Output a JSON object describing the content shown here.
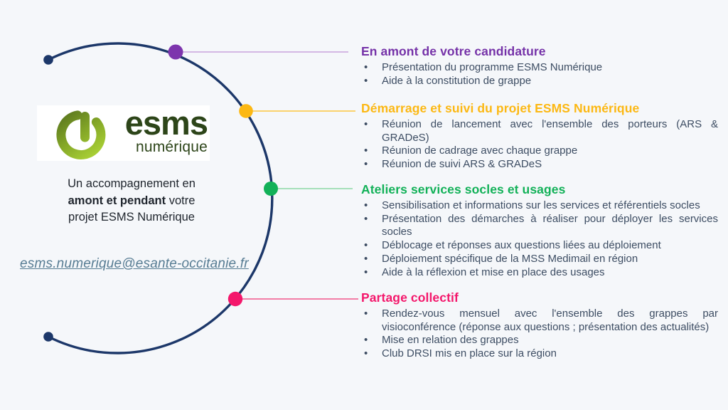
{
  "page": {
    "background": "#f5f7fa"
  },
  "logo": {
    "icon": "esms-ring-icon",
    "text_main": "esms",
    "text_sub": "numérique"
  },
  "tagline": {
    "line1": "Un accompagnement en",
    "bold": "amont et pendant",
    "bold_suffix": " votre",
    "line3": "projet ESMS Numérique"
  },
  "contact": {
    "email": "esms.numerique@esante-occitanie.fr"
  },
  "colors": {
    "navy_arc": "#1c3769",
    "purple": "#7532a8",
    "purple_dot": "#7d35ad",
    "purple_line": "#c9a3dd",
    "yellow": "#fcb813",
    "yellow_line": "#fdc53e",
    "green": "#12b158",
    "green_line": "#8bd8a4",
    "pink": "#f4176b",
    "pink_line": "#f2568a",
    "body_text": "#3d4d63",
    "email_text": "#577c93",
    "logo_green_dark": "#546f1e",
    "logo_green_light": "#a9d035"
  },
  "sections": [
    {
      "id": "en-amont",
      "title": "En amont de votre candidature",
      "bullets": [
        "Présentation du programme ESMS Numérique",
        "Aide à la constitution de grappe"
      ]
    },
    {
      "id": "demarrage",
      "title": "Démarrage et suivi du projet ESMS Numérique",
      "bullets": [
        "Réunion de lancement avec l'ensemble des porteurs (ARS & GRADeS)",
        "Réunion de cadrage avec chaque grappe",
        "Réunion de suivi ARS & GRADeS"
      ]
    },
    {
      "id": "ateliers",
      "title": "Ateliers services socles et usages",
      "bullets": [
        "Sensibilisation et informations sur les services et référentiels socles",
        "Présentation des démarches à réaliser pour déployer les services socles",
        "Déblocage et réponses aux questions liées au déploiement",
        "Déploiement spécifique de la MSS Medimail en région",
        "Aide à la réflexion et mise en place des usages"
      ]
    },
    {
      "id": "partage",
      "title": "Partage collectif",
      "bullets": [
        "Rendez-vous mensuel avec l'ensemble des grappes par visioconférence (réponse aux questions ; présentation des actualités)",
        "Mise en relation des grappes",
        "Club DRSI mis en place sur la région"
      ]
    }
  ]
}
